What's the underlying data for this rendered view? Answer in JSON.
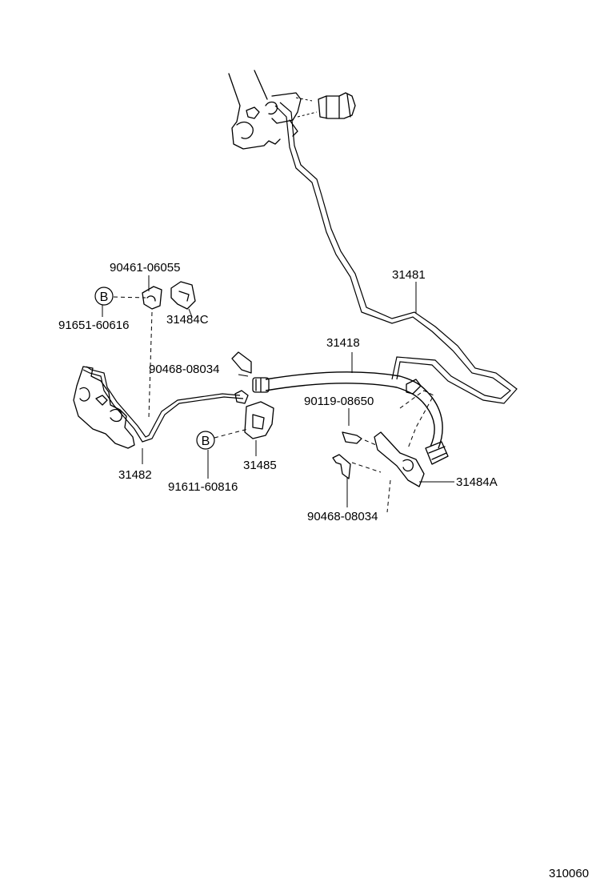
{
  "diagram": {
    "callouts": {
      "p31481": "31481",
      "p31418": "31418",
      "p31482": "31482",
      "p31485": "31485",
      "p31484A": "31484A",
      "p31484C": "31484C",
      "p90461_06055": "90461-06055",
      "p91651_60616": "91651-60616",
      "p90468_08034_top": "90468-08034",
      "p90119_08650": "90119-08650",
      "p91611_60816": "91611-60816",
      "p90468_08034_bottom": "90468-08034"
    },
    "markers": {
      "b_upper": "B",
      "b_lower": "B"
    },
    "figure_number": "310060"
  }
}
